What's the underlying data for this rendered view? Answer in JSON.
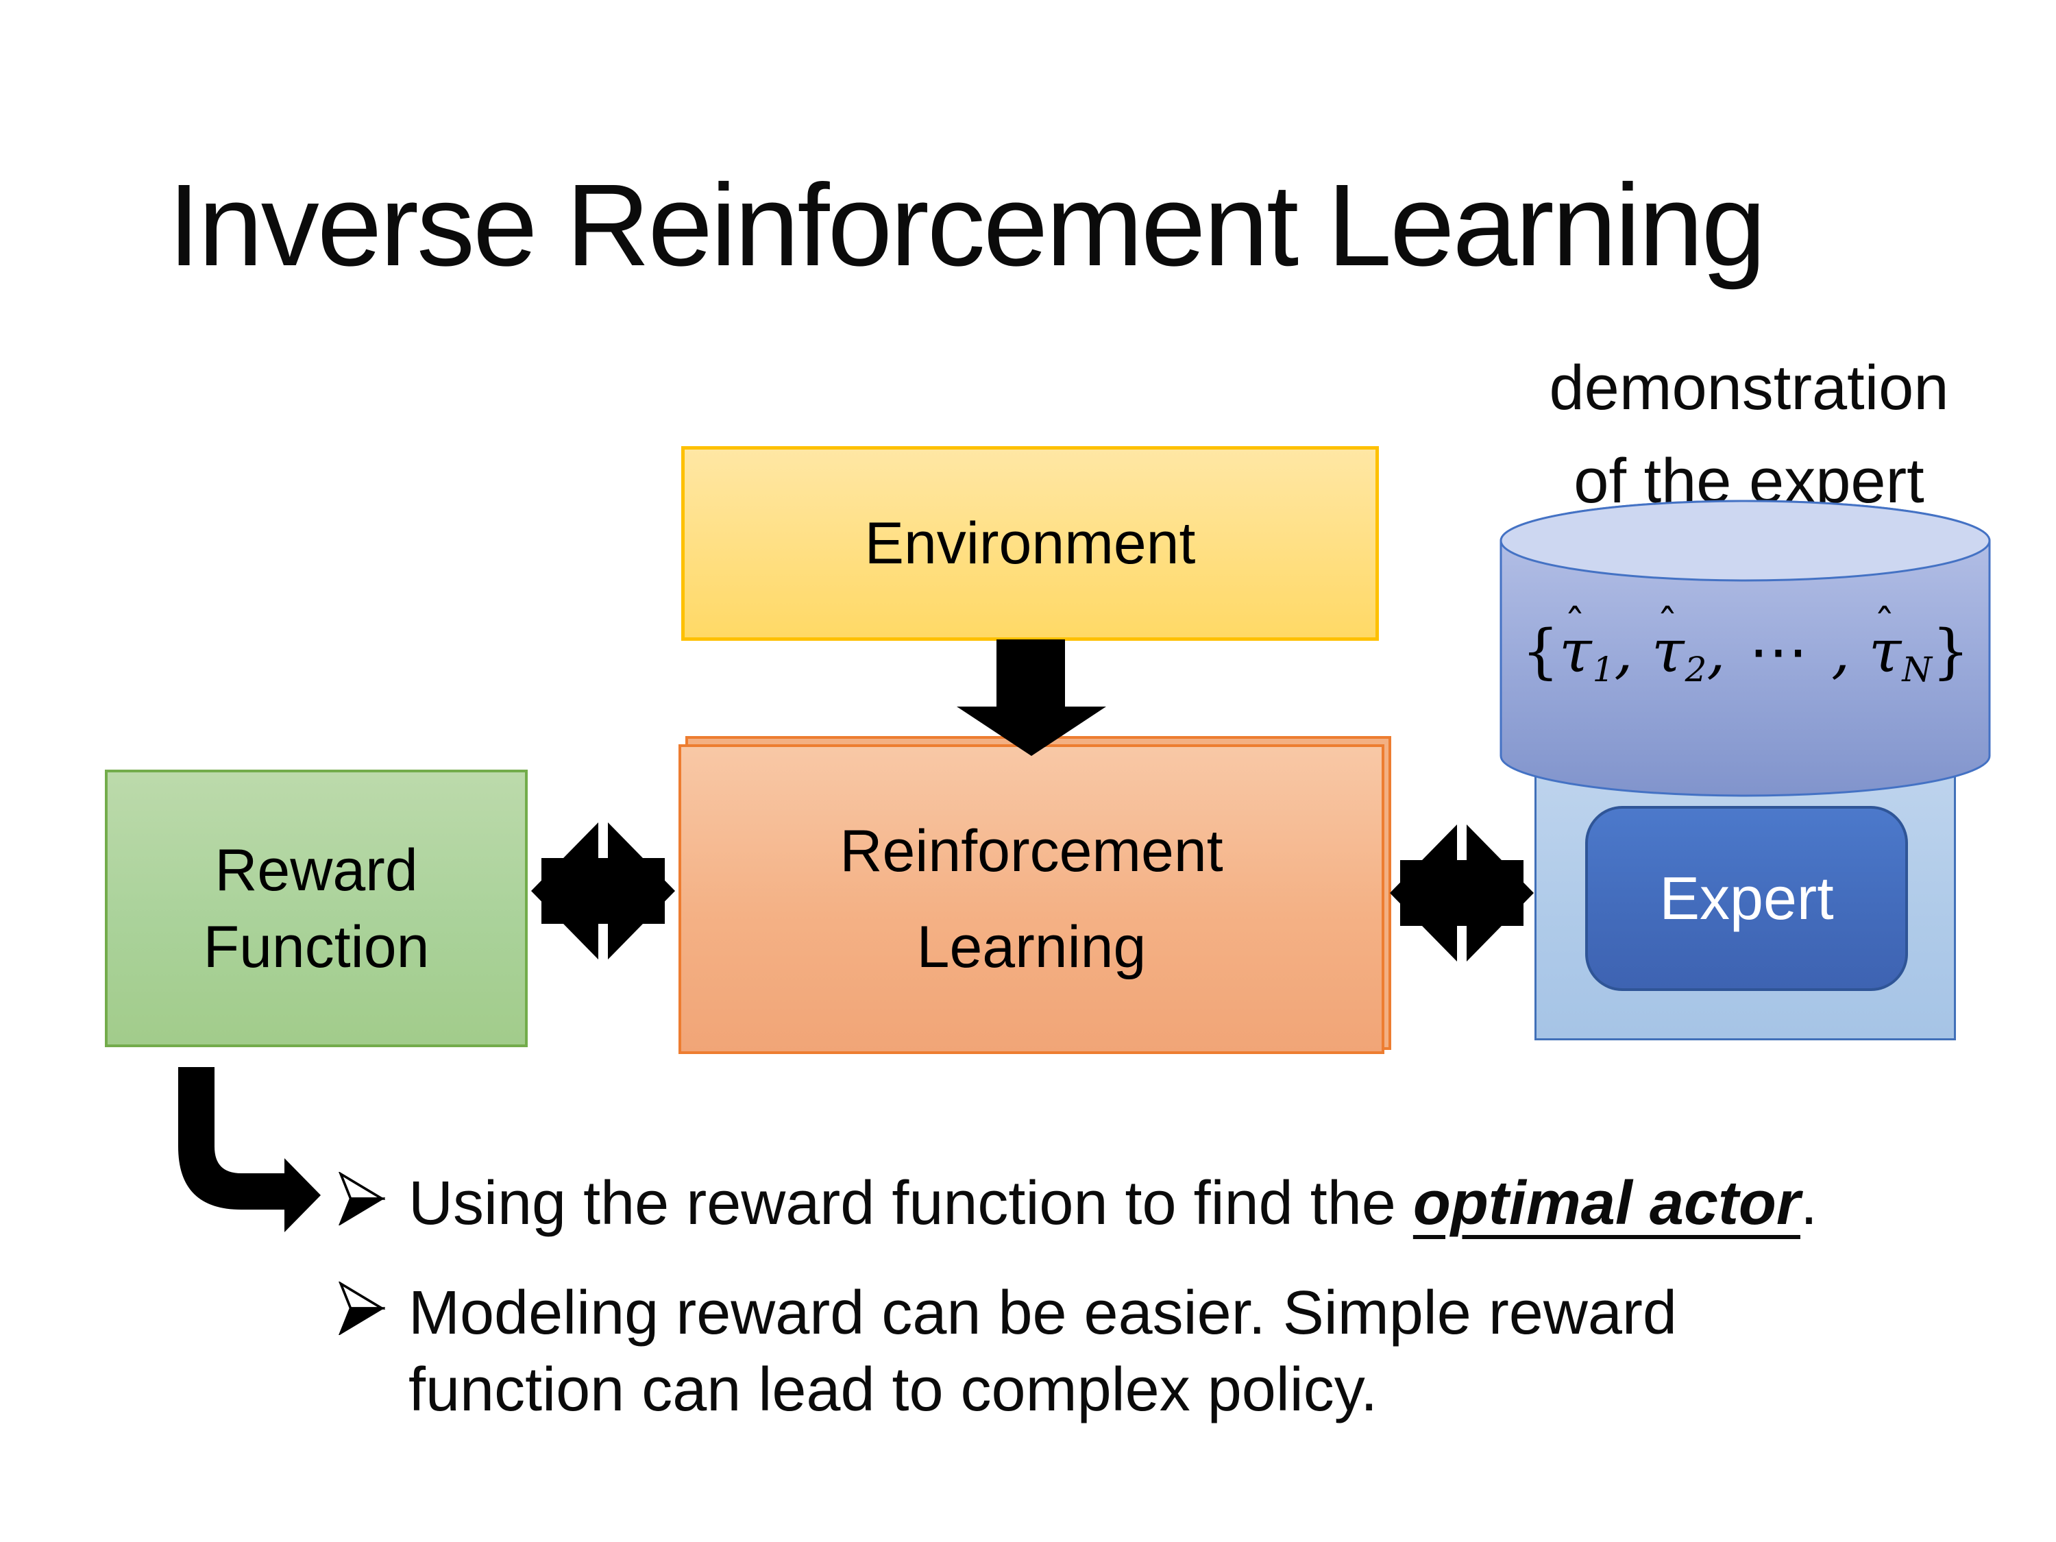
{
  "slide": {
    "title": "Inverse Reinforcement Learning"
  },
  "diagram": {
    "environment_label": "Environment",
    "reward_label_line1": "Reward",
    "reward_label_line2": "Function",
    "rl_label_line1": "Reinforcement",
    "rl_label_line2": "Learning",
    "expert_label": "Expert",
    "demo_caption_line1": "demonstration",
    "demo_caption_line2": "of the expert",
    "trajectory_set": {
      "open": "{",
      "base": "τ",
      "hat": "ˆ",
      "entries": [
        {
          "sub": "1"
        },
        {
          "sub": "2"
        }
      ],
      "dots": "⋯",
      "final_sub": "N",
      "close": "}"
    },
    "colors": {
      "environment_fill": "#ffdd79",
      "environment_border": "#fec000",
      "rl_fill": "#f4b185",
      "rl_border": "#ed7d31",
      "reward_fill": "#aad29a",
      "reward_border": "#73ac4b",
      "expert_container_fill": "#b0cbe9",
      "expert_container_border": "#4170b8",
      "expert_fill": "#436cbc",
      "expert_border": "#2f5597",
      "cylinder_fill": "#98a8d8",
      "cylinder_border": "#4472c4",
      "arrow_color": "#000000"
    }
  },
  "bullets": [
    {
      "lines": [
        [
          {
            "text": "Using the reward function to find the ",
            "emph": false
          },
          {
            "text": "optimal actor",
            "emph": true
          },
          {
            "text": ".",
            "emph": false
          }
        ]
      ]
    },
    {
      "lines": [
        [
          {
            "text": "Modeling reward can be easier. Simple reward",
            "emph": false
          }
        ],
        [
          {
            "text": "function can lead to complex policy.",
            "emph": false
          }
        ]
      ]
    }
  ]
}
